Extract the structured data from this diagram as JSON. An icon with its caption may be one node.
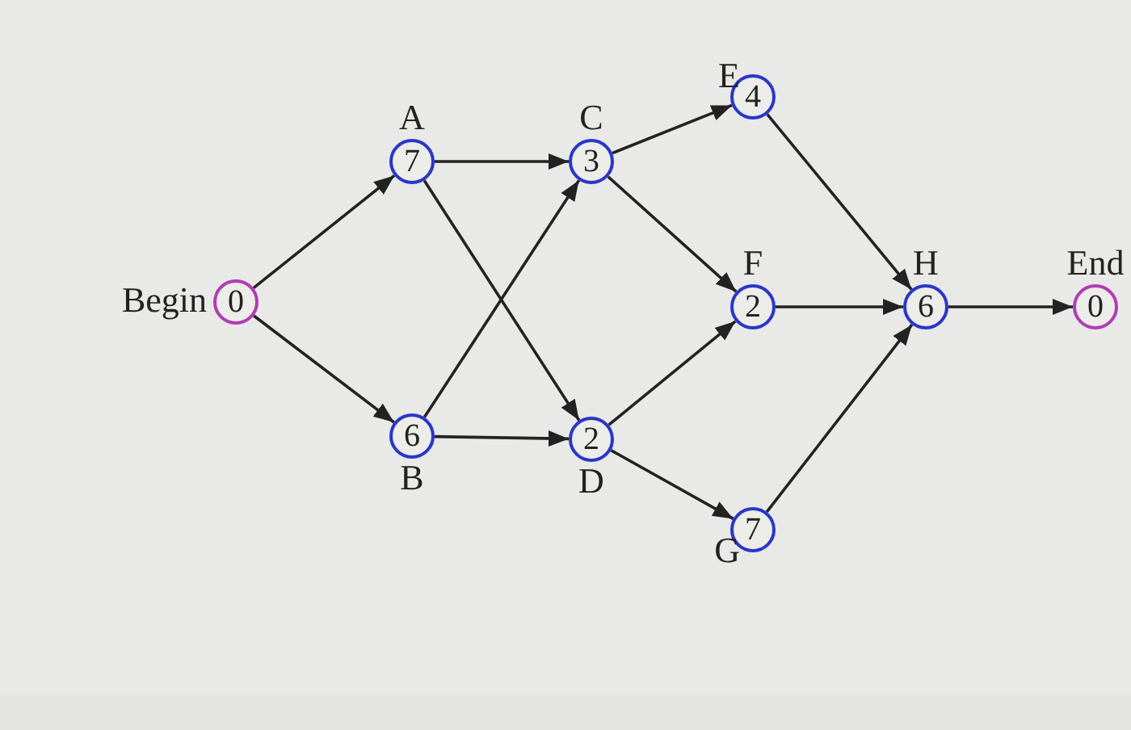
{
  "diagram": {
    "nodes": [
      {
        "text": [
          "0"
        ],
        "beside": [
          "Begin"
        ]
      },
      {
        "text": [
          "7"
        ],
        "beside": [
          "A"
        ]
      },
      {
        "text": [
          "6"
        ],
        "beside": [
          "B"
        ]
      },
      {
        "text": [
          "3"
        ],
        "beside": [
          "C"
        ]
      },
      {
        "text": [
          "2"
        ],
        "beside": [
          "D"
        ]
      },
      {
        "text": [
          "4"
        ],
        "beside": [
          "E"
        ]
      },
      {
        "text": [
          "2"
        ],
        "beside": [
          "F"
        ]
      },
      {
        "text": [
          "7"
        ],
        "beside": [
          "G"
        ]
      },
      {
        "text": [
          "6"
        ],
        "beside": [
          "H"
        ]
      },
      {
        "text": [
          "0"
        ],
        "beside": [
          "End"
        ]
      }
    ],
    "edges": [
      {
        "from": 0,
        "to": 1,
        "arrow": "to"
      },
      {
        "from": 0,
        "to": 2,
        "arrow": "to"
      },
      {
        "from": 1,
        "to": 3,
        "arrow": "to"
      },
      {
        "from": 1,
        "to": 4,
        "arrow": "to"
      },
      {
        "from": 2,
        "to": 3,
        "arrow": "to"
      },
      {
        "from": 2,
        "to": 4,
        "arrow": "to"
      },
      {
        "from": 3,
        "to": 5,
        "arrow": "to"
      },
      {
        "from": 3,
        "to": 6,
        "arrow": "to"
      },
      {
        "from": 4,
        "to": 6,
        "arrow": "to"
      },
      {
        "from": 4,
        "to": 7,
        "arrow": "to"
      },
      {
        "from": 5,
        "to": 8,
        "arrow": "to"
      },
      {
        "from": 6,
        "to": 8,
        "arrow": "to"
      },
      {
        "from": 7,
        "to": 8,
        "arrow": "to"
      },
      {
        "from": 8,
        "to": 9,
        "arrow": "to"
      }
    ]
  }
}
